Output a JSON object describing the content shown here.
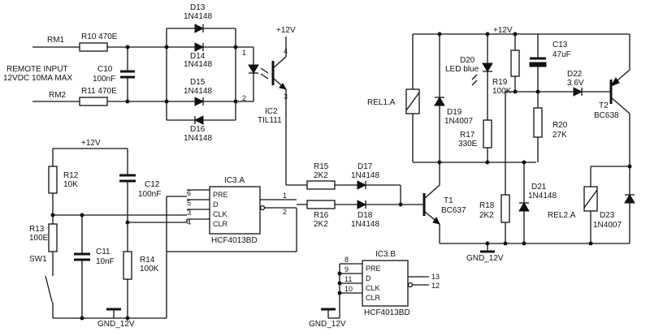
{
  "diagram": {
    "nets": {
      "vcc": "+12V",
      "gnd": "GND_12V",
      "remote_input_line1": "REMOTE INPUT",
      "remote_input_line2": "12VDC 10MA MAX"
    },
    "terminals": {
      "rm1": "RM1",
      "rm2": "RM2"
    },
    "components": {
      "r10": "R10 470E",
      "r11": "R11 470E",
      "c10_name": "C10",
      "c10_val": "100nF",
      "d13_name": "D13",
      "d13_val": "1N4148",
      "d14_name": "D14",
      "d14_val": "1N4148",
      "d15_name": "D15",
      "d15_val": "1N4148",
      "d16_name": "D16",
      "d16_val": "1N4148",
      "ic2_name": "IC2",
      "ic2_val": "TIL111",
      "ic2_pins": [
        "1",
        "2",
        "3",
        "4"
      ],
      "r12_name": "R12",
      "r12_val": "10K",
      "r13_name": "R13",
      "r13_val": "100E",
      "sw1": "SW1",
      "c11_name": "C11",
      "c11_val": "10nF",
      "c12_name": "C12",
      "c12_val": "100nF",
      "r14_name": "R14",
      "r14_val": "100K",
      "ic3a": {
        "name": "IC3.A",
        "part": "HCF4013BD",
        "pins": [
          "PRE",
          "D",
          "CLK",
          "CLR"
        ],
        "left_pin_numbers": [
          "6",
          "5",
          "3",
          "4"
        ],
        "right_pin_numbers": [
          "1",
          "2"
        ]
      },
      "ic3b": {
        "name": "IC3.B",
        "part": "HCF4013BD",
        "pins": [
          "PRE",
          "D",
          "CLK",
          "CLR"
        ],
        "left_pin_numbers": [
          "8",
          "9",
          "11",
          "10"
        ],
        "right_pin_numbers": [
          "13",
          "12"
        ]
      },
      "r15_name": "R15",
      "r15_val": "2K2",
      "r16_name": "R16",
      "r16_val": "2K2",
      "d17_name": "D17",
      "d17_val": "1N4148",
      "d18_name": "D18",
      "d18_val": "1N4148",
      "t1_name": "T1",
      "t1_val": "BC637",
      "rel1": "REL1.A",
      "d19_name": "D19",
      "d19_val": "1N4007",
      "d20_name": "D20",
      "d20_val": "LED blue",
      "r17_name": "R17",
      "r17_val": "330E",
      "r18_name": "R18",
      "r18_val": "2K2",
      "r19_name": "R19",
      "r19_val": "100K",
      "c13_name": "C13",
      "c13_val": "47uF",
      "d22_name": "D22",
      "d22_val": "3.6V",
      "r20_name": "R20",
      "r20_val": "27K",
      "t2_name": "T2",
      "t2_val": "BC638",
      "d21_name": "D21",
      "d21_val": "1N4148",
      "rel2": "REL2.A",
      "d23_name": "D23",
      "d23_val": "1N4007"
    }
  }
}
